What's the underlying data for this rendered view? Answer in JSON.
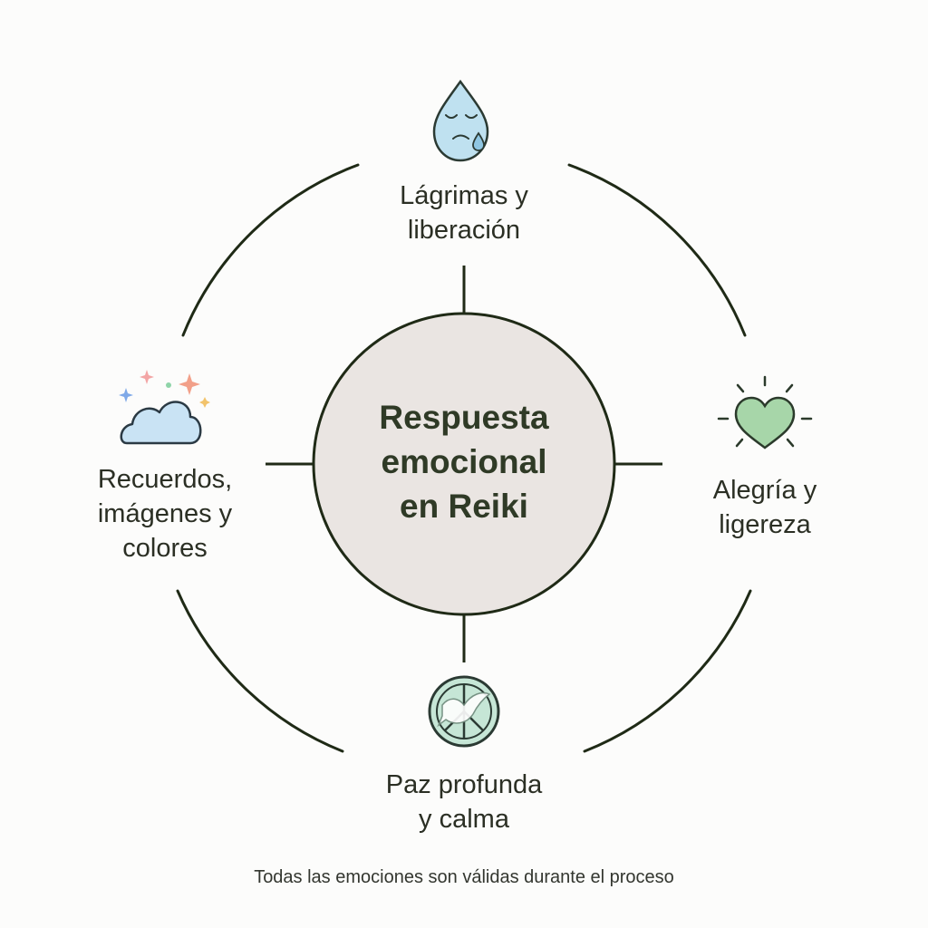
{
  "center": {
    "lines": [
      "Respuesta",
      "emocional",
      "en Reiki"
    ]
  },
  "nodes": {
    "top": {
      "lines": [
        "Lágrimas y",
        "liberación"
      ],
      "icon": "teardrop-face-icon"
    },
    "right": {
      "lines": [
        "Alegría y",
        "ligereza"
      ],
      "icon": "glowing-heart-icon"
    },
    "bottom": {
      "lines": [
        "Paz profunda",
        "y calma"
      ],
      "icon": "peace-dove-icon"
    },
    "left": {
      "lines": [
        "Recuerdos,",
        "imágenes y",
        "colores"
      ],
      "icon": "cloud-sparkles-icon"
    }
  },
  "footer": "Todas las emociones son válidas durante el proceso",
  "colors": {
    "line": "#1f2a16",
    "center_fill": "#eae5e2",
    "water": "#bfe1f0",
    "heart": "#a7d6a9",
    "peace": "#c6e6d6",
    "cloud": "#c9e3f4"
  }
}
